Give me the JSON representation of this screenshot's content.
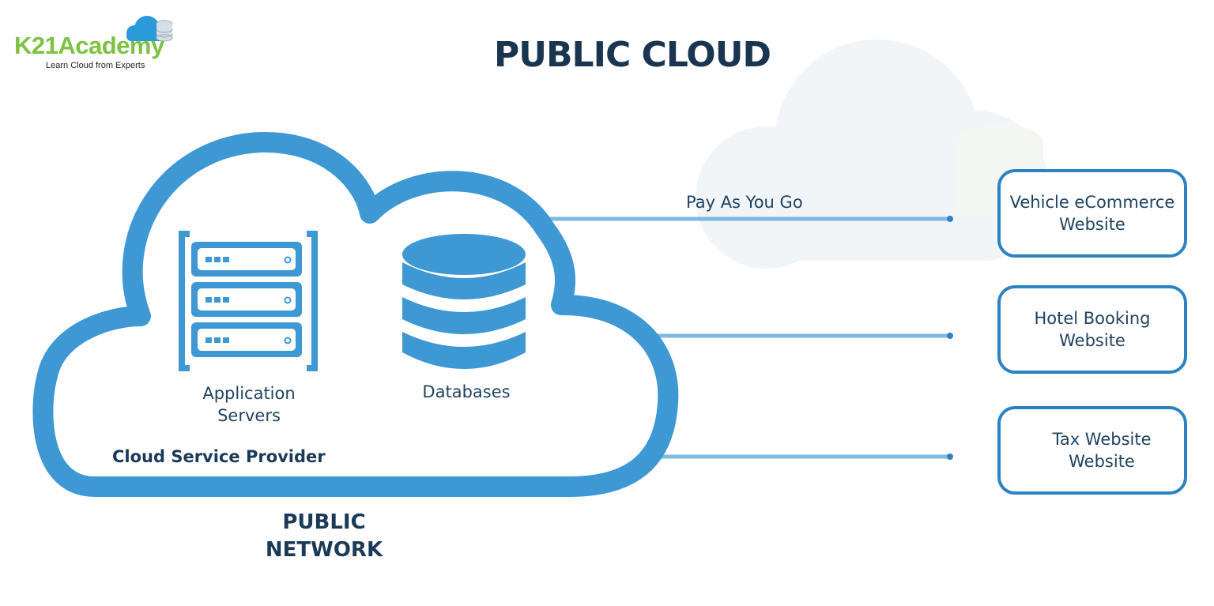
{
  "logo": {
    "brand": "K21Academy",
    "tagline": "Learn Cloud from Experts"
  },
  "title": "PUBLIC CLOUD",
  "cloud": {
    "app_servers_line1": "Application",
    "app_servers_line2": "Servers",
    "databases": "Databases",
    "provider": "Cloud Service Provider"
  },
  "network": {
    "line1": "PUBLIC",
    "line2": "NETWORK"
  },
  "connection_label": "Pay As You Go",
  "websites": [
    {
      "line1": "Vehicle eCommerce",
      "line2": "Website"
    },
    {
      "line1": "Hotel Booking",
      "line2": "Website"
    },
    {
      "line1": "Tax Website",
      "line2": "Website"
    }
  ],
  "colors": {
    "cloud_blue": "#3d98d3",
    "title_navy": "#1a3550",
    "box_border": "#2c82c2",
    "line_blue": "#7fb8e0",
    "logo_green": "#7dc242"
  }
}
